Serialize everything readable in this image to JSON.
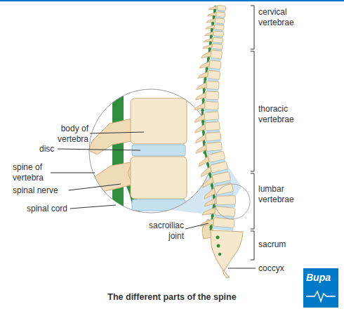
{
  "diagram": {
    "caption": "The different parts of the spine",
    "nodes": [
      {
        "text": [
          "Bupa"
        ]
      }
    ],
    "labels": [
      "cervical vertebrae",
      "thoracic vertebrae",
      "lumbar vertebrae",
      "sacrum",
      "coccyx",
      "sacroiliac joint",
      "body of vertebra",
      "disc",
      "spine of vertebra",
      "spinal nerve",
      "spinal cord"
    ]
  }
}
